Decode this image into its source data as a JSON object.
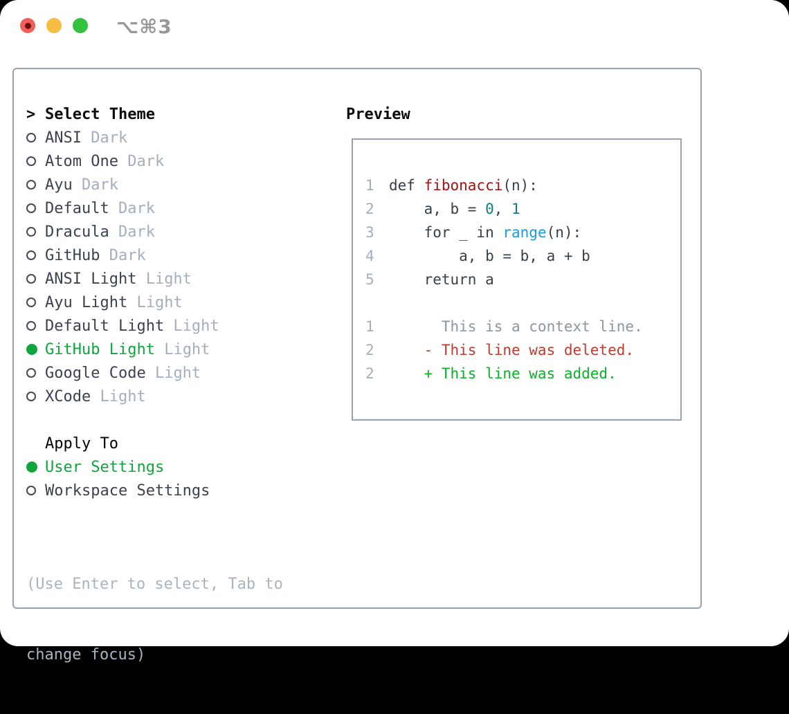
{
  "window": {
    "shortcut": "⌥⌘3"
  },
  "theme_selector": {
    "header": {
      "prompt": ">",
      "label": "Select Theme"
    },
    "items": [
      {
        "name": "ANSI",
        "variant": "Dark",
        "selected": false
      },
      {
        "name": "Atom One",
        "variant": "Dark",
        "selected": false
      },
      {
        "name": "Ayu",
        "variant": "Dark",
        "selected": false
      },
      {
        "name": "Default",
        "variant": "Dark",
        "selected": false
      },
      {
        "name": "Dracula",
        "variant": "Dark",
        "selected": false
      },
      {
        "name": "GitHub",
        "variant": "Dark",
        "selected": false
      },
      {
        "name": "ANSI Light",
        "variant": "Light",
        "selected": false
      },
      {
        "name": "Ayu Light",
        "variant": "Light",
        "selected": false
      },
      {
        "name": "Default Light",
        "variant": "Light",
        "selected": false
      },
      {
        "name": "GitHub Light",
        "variant": "Light",
        "selected": true
      },
      {
        "name": "Google Code",
        "variant": "Light",
        "selected": false
      },
      {
        "name": "XCode",
        "variant": "Light",
        "selected": false
      }
    ],
    "apply_to": {
      "label": "Apply To",
      "options": [
        {
          "name": "User Settings",
          "selected": true
        },
        {
          "name": "Workspace Settings",
          "selected": false
        }
      ]
    },
    "hint_line1": "(Use Enter to select, Tab to",
    "hint_line2": "change focus)"
  },
  "preview": {
    "label": "Preview",
    "code_lines": [
      {
        "num": "1",
        "tokens": [
          {
            "t": "def ",
            "c": "plain"
          },
          {
            "t": "fibonacci",
            "c": "func"
          },
          {
            "t": "(n):",
            "c": "plain"
          }
        ]
      },
      {
        "num": "2",
        "tokens": [
          {
            "t": "    a, b = ",
            "c": "plain"
          },
          {
            "t": "0",
            "c": "number"
          },
          {
            "t": ", ",
            "c": "plain"
          },
          {
            "t": "1",
            "c": "number"
          }
        ]
      },
      {
        "num": "3",
        "tokens": [
          {
            "t": "    for _ in ",
            "c": "plain"
          },
          {
            "t": "range",
            "c": "builtin"
          },
          {
            "t": "(n):",
            "c": "plain"
          }
        ]
      },
      {
        "num": "4",
        "tokens": [
          {
            "t": "        a, b = b, a + b",
            "c": "plain"
          }
        ]
      },
      {
        "num": "5",
        "tokens": [
          {
            "t": "    return a",
            "c": "plain"
          }
        ]
      }
    ],
    "diff_lines": [
      {
        "num": "1",
        "tokens": [
          {
            "t": "      This is a context line.",
            "c": "context"
          }
        ]
      },
      {
        "num": "2",
        "tokens": [
          {
            "t": "    - This line was deleted.",
            "c": "deleted"
          }
        ]
      },
      {
        "num": "2",
        "tokens": [
          {
            "t": "    + This line was added.",
            "c": "added"
          }
        ]
      }
    ]
  },
  "colors": {
    "plain": "#383f47",
    "func": "#a31212",
    "number": "#0c7f83",
    "builtin": "#1b9be0",
    "context": "#8d959d",
    "deleted": "#c23a2b",
    "added": "#0cb026",
    "selected_green": "#0fa53c",
    "panel_border": "#9aa2ac",
    "variant_gray": "#a4aebc",
    "hint_gray": "#aab4bf"
  }
}
